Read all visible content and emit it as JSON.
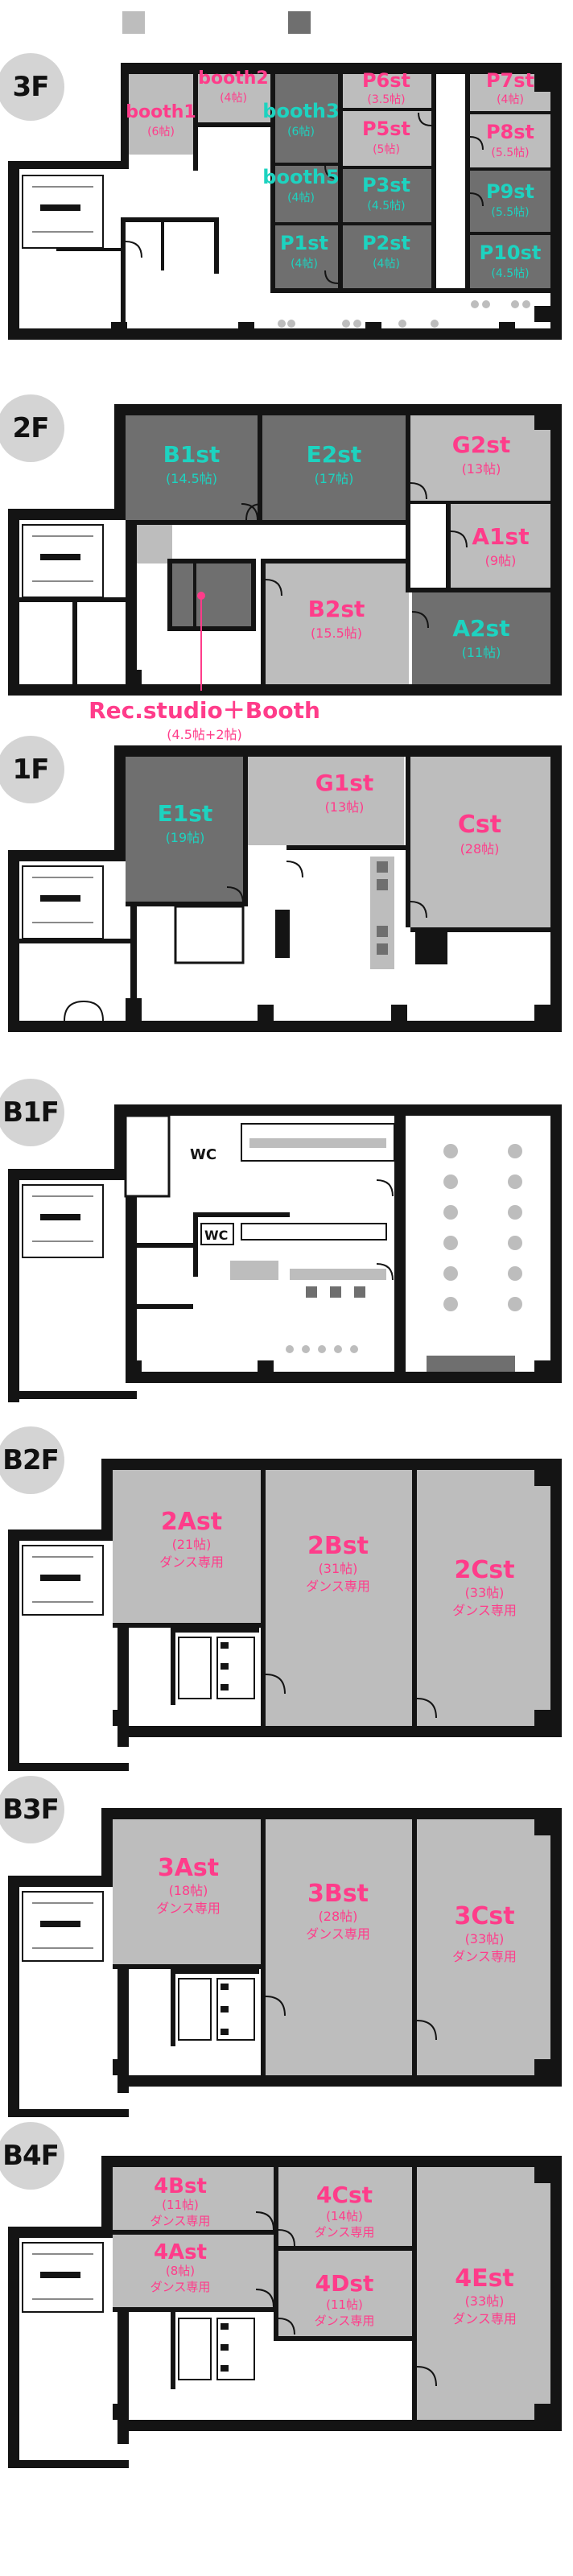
{
  "legend": {
    "light_color": "#bdbdbd",
    "dark_color": "#6f6f6f"
  },
  "colors": {
    "pink": "#ff3c8a",
    "cyan": "#1dd3c0",
    "wall": "#141414",
    "room_light": "#bdbdbd",
    "room_dark": "#6f6f6f",
    "badge": "#d4d4d4"
  },
  "floors": {
    "f3": {
      "label": "3F",
      "rooms": {
        "booth1": {
          "name": "booth1",
          "size": "(6帖)"
        },
        "booth2": {
          "name": "booth2",
          "size": "(4帖)"
        },
        "booth3": {
          "name": "booth3",
          "size": "(6帖)"
        },
        "booth5": {
          "name": "booth5",
          "size": "(4帖)"
        },
        "p1": {
          "name": "P1st",
          "size": "(4帖)"
        },
        "p2": {
          "name": "P2st",
          "size": "(4帖)"
        },
        "p3": {
          "name": "P3st",
          "size": "(4.5帖)"
        },
        "p5": {
          "name": "P5st",
          "size": "(5帖)"
        },
        "p6": {
          "name": "P6st",
          "size": "(3.5帖)"
        },
        "p7": {
          "name": "P7st",
          "size": "(4帖)"
        },
        "p8": {
          "name": "P8st",
          "size": "(5.5帖)"
        },
        "p9": {
          "name": "P9st",
          "size": "(5.5帖)"
        },
        "p10": {
          "name": "P10st",
          "size": "(4.5帖)"
        }
      }
    },
    "f2": {
      "label": "2F",
      "rooms": {
        "b1": {
          "name": "B1st",
          "size": "(14.5帖)"
        },
        "e2": {
          "name": "E2st",
          "size": "(17帖)"
        },
        "g2": {
          "name": "G2st",
          "size": "(13帖)"
        },
        "a1": {
          "name": "A1st",
          "size": "(9帖)"
        },
        "b2": {
          "name": "B2st",
          "size": "(15.5帖)"
        },
        "a2": {
          "name": "A2st",
          "size": "(11帖)"
        }
      },
      "rec": {
        "name": "Rec.studio＋Booth",
        "size": "(4.5帖+2帖)"
      }
    },
    "f1": {
      "label": "1F",
      "rooms": {
        "e1": {
          "name": "E1st",
          "size": "(19帖)"
        },
        "g1": {
          "name": "G1st",
          "size": "(13帖)"
        },
        "c": {
          "name": "Cst",
          "size": "(28帖)"
        }
      }
    },
    "b1": {
      "label": "B1F",
      "wc": "WC"
    },
    "b2": {
      "label": "B2F",
      "rooms": {
        "a": {
          "name": "2Ast",
          "size": "(21帖)",
          "note": "ダンス専用"
        },
        "b": {
          "name": "2Bst",
          "size": "(31帖)",
          "note": "ダンス専用"
        },
        "c": {
          "name": "2Cst",
          "size": "(33帖)",
          "note": "ダンス専用"
        }
      }
    },
    "b3": {
      "label": "B3F",
      "rooms": {
        "a": {
          "name": "3Ast",
          "size": "(18帖)",
          "note": "ダンス専用"
        },
        "b": {
          "name": "3Bst",
          "size": "(28帖)",
          "note": "ダンス専用"
        },
        "c": {
          "name": "3Cst",
          "size": "(33帖)",
          "note": "ダンス専用"
        }
      }
    },
    "b4": {
      "label": "B4F",
      "rooms": {
        "b": {
          "name": "4Bst",
          "size": "(11帖)",
          "note": "ダンス専用"
        },
        "a": {
          "name": "4Ast",
          "size": "(8帖)",
          "note": "ダンス専用"
        },
        "c": {
          "name": "4Cst",
          "size": "(14帖)",
          "note": "ダンス専用"
        },
        "d": {
          "name": "4Dst",
          "size": "(11帖)",
          "note": "ダンス専用"
        },
        "e": {
          "name": "4Est",
          "size": "(33帖)",
          "note": "ダンス専用"
        }
      }
    }
  }
}
